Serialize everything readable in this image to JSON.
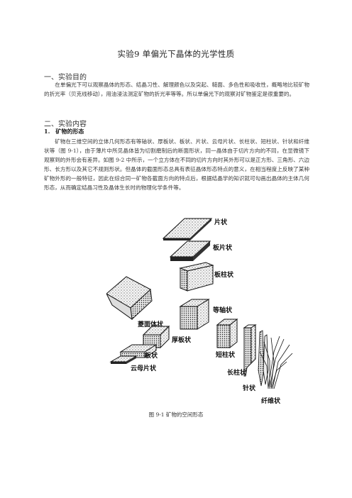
{
  "title": "实验9 单偏光下晶体的光学性质",
  "section1": {
    "heading": "一、实验目的",
    "paragraph": "在单偏光下可以观察晶体的形态、结晶习性、解理颜色以及突起、糙面、多色性和吸收性，概略地比较矿物的折光率（贝克线移动），用油浸法测定矿物的折光率等等。所以单偏光下的观察对矿物鉴定是很重要的。"
  },
  "section2": {
    "heading": "二、实验内容",
    "sub1": "1.　矿物的形态",
    "paragraph": "矿物在三维空间的立体几何形态有等轴状、厚板状、板状、片状、云母片状、长柱状、短柱状、针状和纤维状等（图 9-1），由于薄片中所见晶体皆为切割磨制后的断面形状，同一晶体由于切片方向的不同，在显微镜下观察到的外形会有差异。如图 9-2 中所示，一个立方体在不同的切片方向时其外形可以是正方形、三角形、六边形、长方形以及其它不规则形状。但晶体的截面形态总具有表征晶体形态特点的意义，在相当程度上反映了某种矿物外形的一般特征，因此在综合同一矿物各截面方向的特点后，根据结晶学的知识就可勾画出晶体的主体几何形态，从而确定结晶习性及晶体生长时的物理化学条件等。"
  },
  "figure": {
    "labels": {
      "pian": "片状",
      "banpian": "板片状",
      "banzhu": "板柱状",
      "lingmian": "菱面体状",
      "dengzhou": "等轴状",
      "houban": "厚板状",
      "ban": "板状",
      "duanzhu": "短柱状",
      "yunmu": "云母片状",
      "changzhu": "长柱状",
      "zhen": "针状",
      "xianwei": "纤维状"
    },
    "caption": "图 9-1 矿物的空间形态"
  }
}
